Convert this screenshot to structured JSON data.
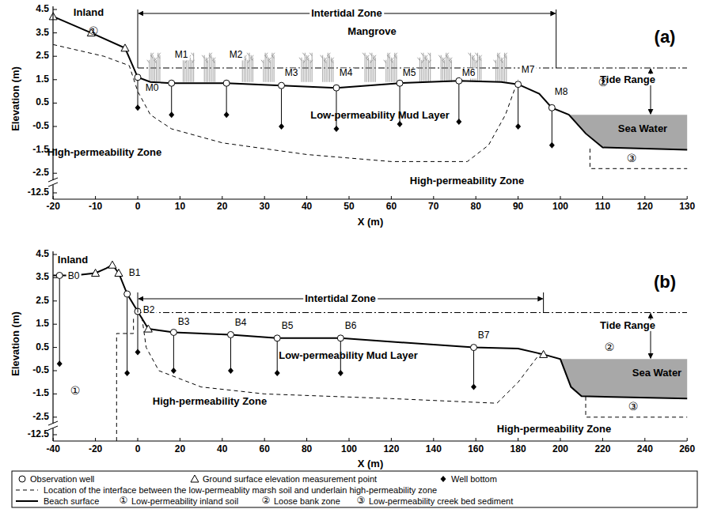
{
  "diagram": {
    "labels": [
      "(a)",
      "Inland",
      "①",
      "Intertidal Zone",
      "Mangrove",
      "M0",
      "M1",
      "M2",
      "M3",
      "M4",
      "M5",
      "M6",
      "M7",
      "M8",
      "Tide Range",
      "Sea Water",
      "Low-permeability Mud Layer",
      "High-permeability Zone",
      "High-permeability Zone",
      "②",
      "③",
      "Elevation (m)",
      "4.5",
      "3.5",
      "2.5",
      "1.5",
      "0.5",
      "-0.5",
      "-1.5",
      "-2.5",
      "-12.5",
      "-20",
      "-10",
      "0",
      "10",
      "20",
      "30",
      "40",
      "50",
      "60",
      "70",
      "80",
      "90",
      "100",
      "110",
      "120",
      "130",
      "X (m)",
      "(b)",
      "Inland",
      "B0",
      "B1",
      "B2",
      "B3",
      "B4",
      "B5",
      "B6",
      "B7",
      "Intertidal Zone",
      "Tide Range",
      "Sea Water",
      "Low-permeability Mud Layer",
      "High-permeability Zone",
      "High-permeability Zone",
      "①",
      "②",
      "③",
      "Elevation (m)",
      "4.5",
      "3.5",
      "2.5",
      "1.5",
      "0.5",
      "-0.5",
      "-1.5",
      "-2.5",
      "-12.5",
      "-40",
      "-20",
      "0",
      "20",
      "40",
      "60",
      "80",
      "100",
      "120",
      "140",
      "160",
      "180",
      "200",
      "220",
      "240",
      "260",
      "X (m)",
      "①",
      "②",
      "③"
    ],
    "legend": [
      {
        "text": "Observation well"
      },
      {
        "text": "Ground surface elevation measurement point"
      },
      {
        "text": "Well bottom"
      },
      {
        "text": "Location of the interface between the low-permeablity marsh soil and underlain high-permeability zone"
      },
      {
        "text": "Beach surface"
      },
      {
        "text": "Low-permeability inland soil"
      },
      {
        "text": "Loose bank zone"
      },
      {
        "text": "Low-permeability creek bed sediment"
      }
    ]
  }
}
